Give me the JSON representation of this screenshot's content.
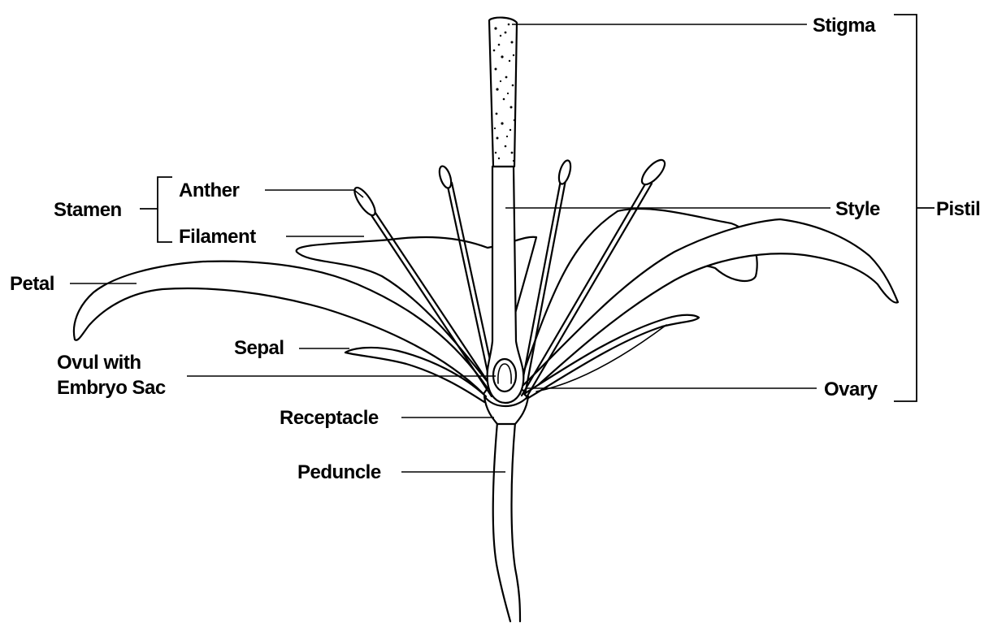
{
  "labels": {
    "stigma": "Stigma",
    "style": "Style",
    "pistil": "Pistil",
    "ovary": "Ovary",
    "stamen": "Stamen",
    "anther": "Anther",
    "filament": "Filament",
    "petal": "Petal",
    "sepal": "Sepal",
    "ovule_line1": "Ovul with",
    "ovule_line2": "Embryo Sac",
    "receptacle": "Receptacle",
    "peduncle": "Peduncle"
  },
  "colors": {
    "ink": "#000000",
    "paper": "#ffffff"
  }
}
